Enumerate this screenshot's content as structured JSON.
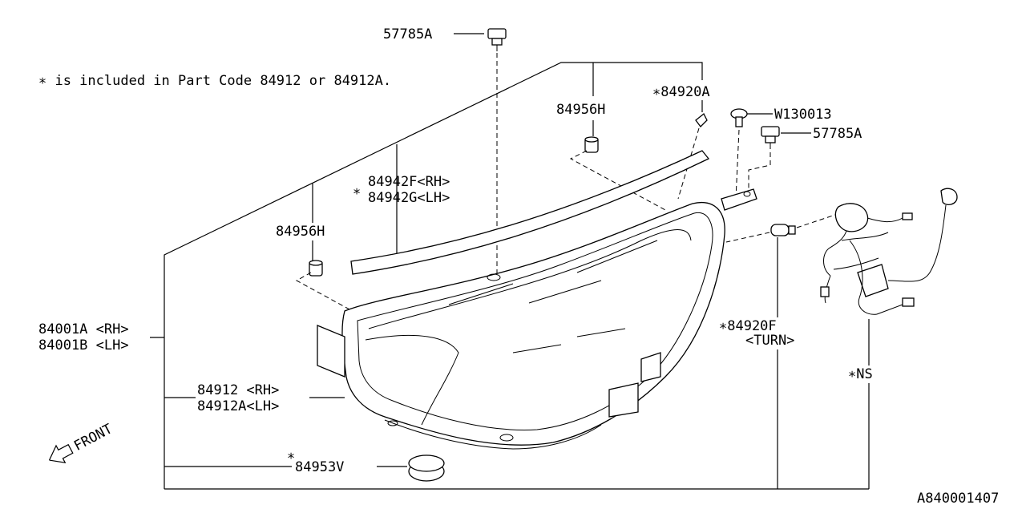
{
  "note": "∗ is included in Part Code 84912 or 84912A.",
  "diagram_id": "A840001407",
  "front_label": "FRONT",
  "labels": {
    "p57785a_top": "57785A",
    "p84956h_top": "84956H",
    "p84920a": "∗84920A",
    "w130013": "W130013",
    "p57785a_right": "57785A",
    "p84942f": "84942F<RH>",
    "p84942g": "84942G<LH>",
    "star_84942": "∗",
    "p84956h_left": "84956H",
    "p84001a": "84001A <RH>",
    "p84001b": "84001B <LH>",
    "p84912": "84912  <RH>",
    "p84912a": "84912A<LH>",
    "star_84953": "∗",
    "p84953v": "84953V",
    "p84920f": "∗84920F",
    "turn": "<TURN>",
    "ns": "∗NS"
  }
}
